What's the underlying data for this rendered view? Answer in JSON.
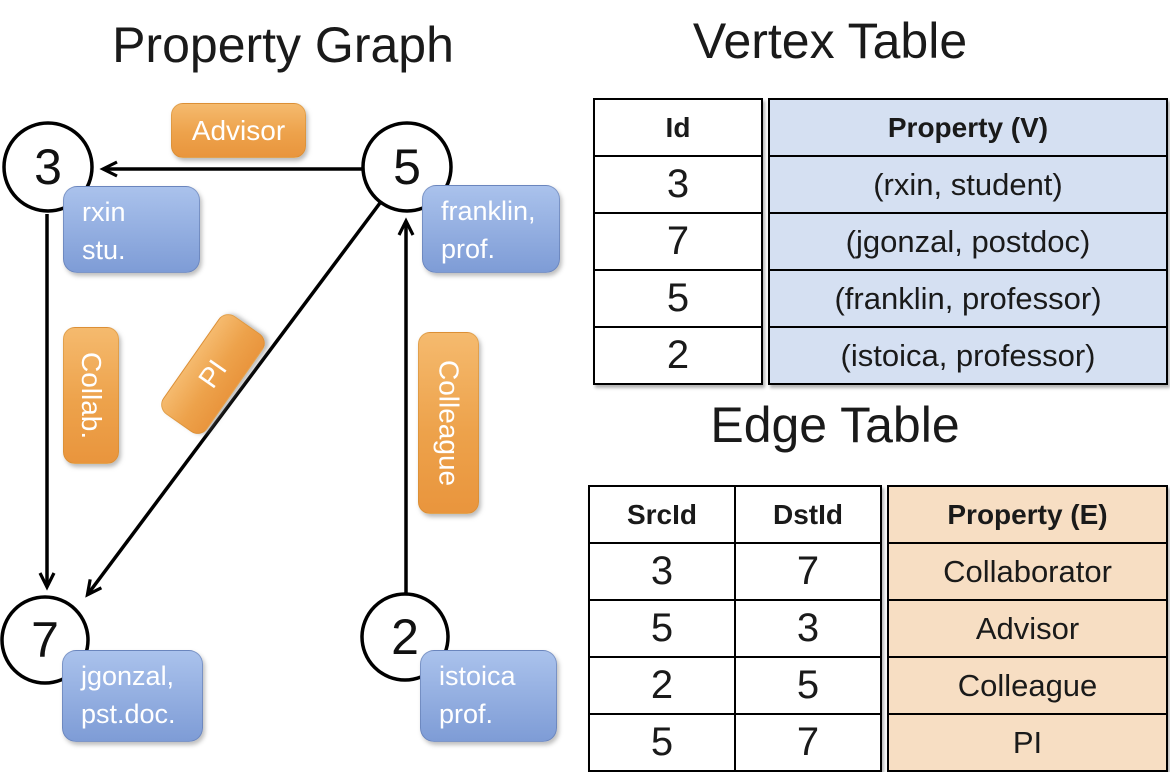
{
  "graph": {
    "title": "Property Graph",
    "nodes": [
      {
        "id": "3",
        "property": [
          "rxin",
          "stu."
        ]
      },
      {
        "id": "5",
        "property": [
          "franklin,",
          "prof."
        ]
      },
      {
        "id": "7",
        "property": [
          "jgonzal,",
          "pst.doc."
        ]
      },
      {
        "id": "2",
        "property": [
          "istoica",
          "prof."
        ]
      }
    ],
    "edge_labels": {
      "advisor": "Advisor",
      "collab": "Collab.",
      "pi": "PI",
      "colleague": "Colleague"
    }
  },
  "vertex_table": {
    "title": "Vertex Table",
    "id_header": "Id",
    "property_header": "Property (V)",
    "rows": [
      {
        "id": "3",
        "property": "(rxin, student)"
      },
      {
        "id": "7",
        "property": "(jgonzal, postdoc)"
      },
      {
        "id": "5",
        "property": "(franklin, professor)"
      },
      {
        "id": "2",
        "property": "(istoica, professor)"
      }
    ]
  },
  "edge_table": {
    "title": "Edge Table",
    "src_header": "SrcId",
    "dst_header": "DstId",
    "property_header": "Property (E)",
    "rows": [
      {
        "src": "3",
        "dst": "7",
        "property": "Collaborator"
      },
      {
        "src": "5",
        "dst": "3",
        "property": "Advisor"
      },
      {
        "src": "2",
        "dst": "5",
        "property": "Colleague"
      },
      {
        "src": "5",
        "dst": "7",
        "property": "PI"
      }
    ]
  },
  "colors": {
    "blue_box_top": "#aac2ec",
    "blue_box_bottom": "#7e9cd6",
    "orange_box_top": "#f5ba6e",
    "orange_box_bottom": "#e9953d",
    "table_vertex_fill": "#d5e0f2",
    "table_edge_fill": "#f7dec3",
    "line_color": "#000000"
  }
}
